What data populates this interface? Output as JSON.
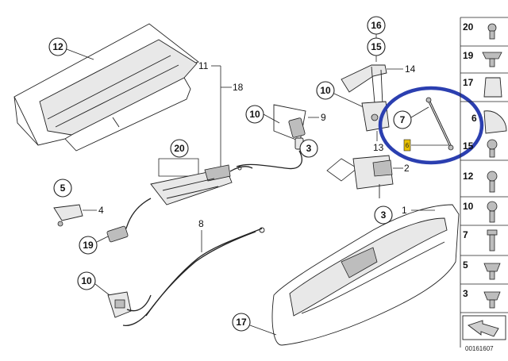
{
  "callouts": {
    "c12": "12",
    "c11": "11",
    "c18": "18",
    "c10a": "10",
    "c9": "9",
    "c20": "20",
    "c5": "5",
    "c4": "4",
    "c19": "19",
    "c8": "8",
    "c10b": "10",
    "c16": "16",
    "c15": "15",
    "c14": "14",
    "c10c": "10",
    "c7": "7",
    "c13": "13",
    "c3a": "3",
    "c2": "2",
    "c3b": "3",
    "c1": "1",
    "c17": "17",
    "c6": "6",
    "tag": "6"
  },
  "sidebar": {
    "items": [
      {
        "label": "20"
      },
      {
        "label": "19"
      },
      {
        "label": "17"
      },
      {
        "label": "6"
      },
      {
        "label": "15"
      },
      {
        "label": "12"
      },
      {
        "label": "10"
      },
      {
        "label": "7"
      },
      {
        "label": "5"
      },
      {
        "label": "3"
      }
    ]
  },
  "diagram_id": "00161607",
  "colors": {
    "highlight_circle": "#2b3fb0",
    "highlight_tag": "#e8c000"
  }
}
